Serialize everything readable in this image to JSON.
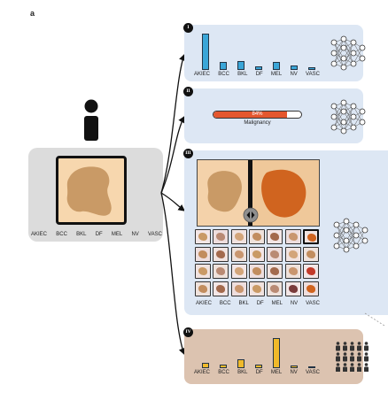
{
  "figure": {
    "panel_letter": "a",
    "input": {
      "categories": [
        "AKIEC",
        "BCC",
        "BKL",
        "DF",
        "MEL",
        "NV",
        "VASC"
      ]
    },
    "panels": [
      {
        "badge": "I",
        "categories": [
          "AKIEC",
          "BCC",
          "BKL",
          "DF",
          "MEL",
          "NV",
          "VASC"
        ],
        "values": [
          0.95,
          0.22,
          0.24,
          0.09,
          0.2,
          0.12,
          0.06
        ],
        "bar_color": "#3aa6d8",
        "icon": "neural-network-icon"
      },
      {
        "badge": "II",
        "malignancy_text": "84%",
        "malignancy_value": 0.84,
        "label": "Malignancy",
        "bar_color": "#e4572e",
        "icon": "neural-network-icon"
      },
      {
        "badge": "III",
        "categories": [
          "AKIEC",
          "BCC",
          "BKL",
          "DF",
          "MEL",
          "NV",
          "VASC"
        ],
        "icon": "neural-network-icon",
        "compare_icon": "slider-handle-icon"
      },
      {
        "badge": "IV",
        "categories": [
          "AKIEC",
          "BCC",
          "BKL",
          "DF",
          "MEL",
          "NV",
          "VASC"
        ],
        "values": [
          0.18,
          0.12,
          0.28,
          0.1,
          0.95,
          0.09,
          0.05
        ],
        "bar_color": "#f0b92a",
        "icon": "crowd-icon"
      }
    ],
    "colors": {
      "panel_blue": "#dde7f4",
      "panel_brown": "#dcc3b0",
      "left_box": "#dcdcdc",
      "skin": "#f7d7ae",
      "lesion": "#c99a66",
      "lesion_dark": "#d0641f"
    }
  }
}
